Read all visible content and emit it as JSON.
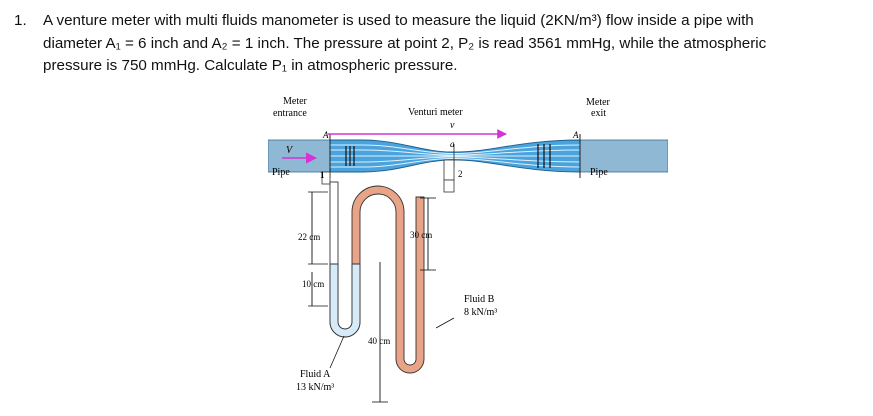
{
  "question": {
    "number": "1.",
    "line1": "A venture meter with multi fluids manometer is used to measure the liquid (2KN/m³) flow inside a pipe with",
    "line2": "diameter A₁ = 6 inch and A₂ = 1 inch.  The pressure at point 2, P₂ is read 3561 mmHg, while the atmospheric",
    "line3": "pressure is 750 mmHg. Calculate P₁ in atmospheric pressure."
  },
  "figure": {
    "meter_entrance": [
      "Meter",
      "entrance"
    ],
    "venturi_meter": "Venturi meter",
    "meter_exit": [
      "Meter",
      "exit"
    ],
    "velocity_v": "V",
    "vector_v": "v⃗",
    "area_a": "a",
    "area_A_left": "A",
    "area_A_right": "A",
    "point_1": "1",
    "point_2": "2",
    "pipe_left": "Pipe",
    "pipe_right": "Pipe",
    "dim_22": "22 cm",
    "dim_10": "10 cm",
    "dim_30": "30 cm",
    "dim_40": "40 cm",
    "fluid_a": [
      "Fluid A",
      "13 kN/m³"
    ],
    "fluid_b": [
      "Fluid B",
      "8 kN/m³"
    ],
    "colors": {
      "pipe": "#8fb8d4",
      "venturi": "#4aa3dd",
      "fluid_a": "#d6eaf8",
      "fluid_b": "#e9a386",
      "arrow": "#d633d6"
    }
  }
}
